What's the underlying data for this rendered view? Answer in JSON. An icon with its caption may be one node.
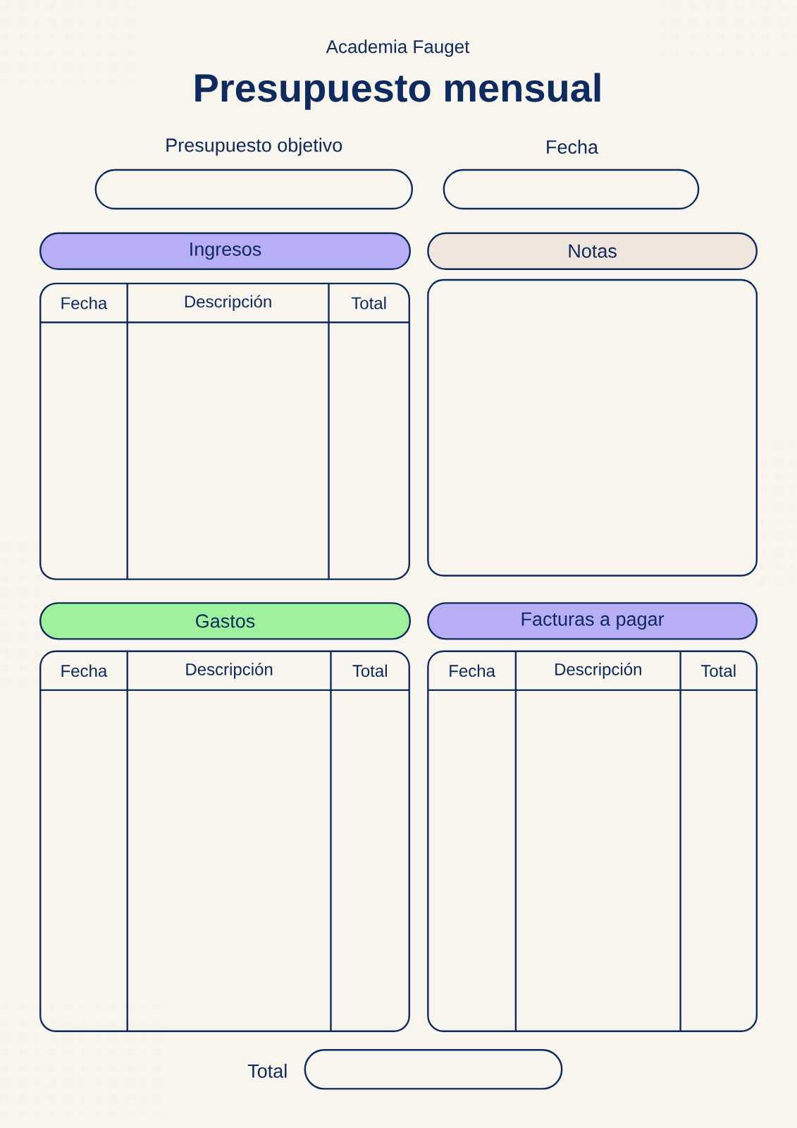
{
  "diagram": {
    "title": "Presupuesto mensual",
    "nodes": [
      {
        "text": [
          "Presupuesto objetivo"
        ]
      },
      {
        "text": [
          "Fecha"
        ]
      },
      {
        "text": [
          "Ingresos"
        ]
      },
      {
        "text": [
          "Fecha",
          "Descripción",
          "Total"
        ]
      },
      {
        "text": [
          "Notas"
        ]
      },
      {
        "text": [],
        "shape": "box"
      },
      {
        "text": [
          "Gastos"
        ]
      },
      {
        "text": [
          "Fecha",
          "Descripción",
          "Total"
        ]
      },
      {
        "text": [
          "Facturas a pagar"
        ]
      },
      {
        "text": [
          "Fecha",
          "Descripción",
          "Total"
        ]
      },
      {
        "text": [
          "Total"
        ]
      }
    ],
    "labels": [
      "Academia Fauget"
    ]
  }
}
